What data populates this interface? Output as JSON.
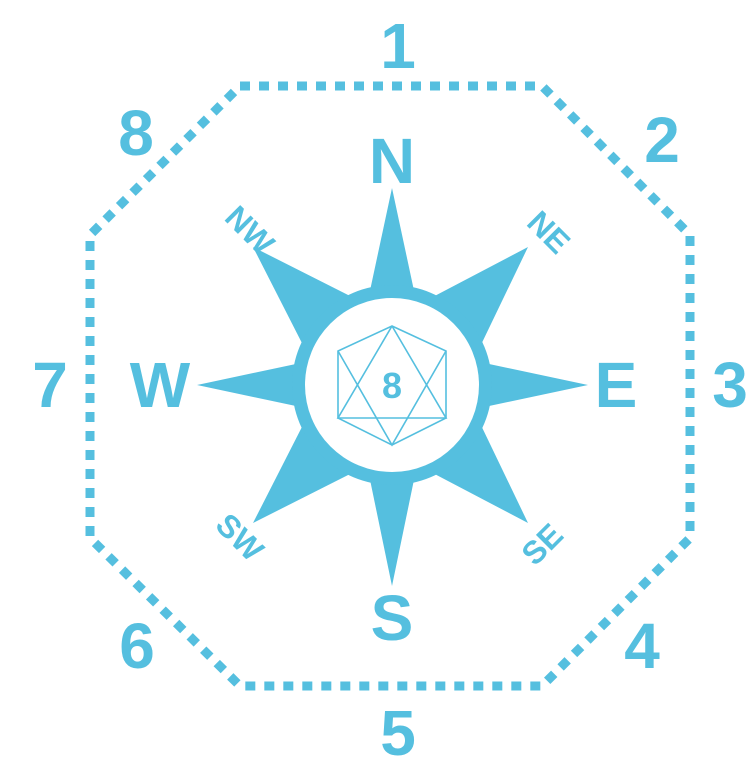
{
  "colors": {
    "accent": "#55bfdf",
    "background": "#ffffff"
  },
  "outer_numbers": [
    "1",
    "2",
    "3",
    "4",
    "5",
    "6",
    "7",
    "8"
  ],
  "cardinal": {
    "n": "N",
    "e": "E",
    "s": "S",
    "w": "W"
  },
  "intercardinal": {
    "ne": "NE",
    "se": "SE",
    "sw": "SW",
    "nw": "NW"
  },
  "center": {
    "label": "8",
    "icon": "octahedron-icon"
  }
}
